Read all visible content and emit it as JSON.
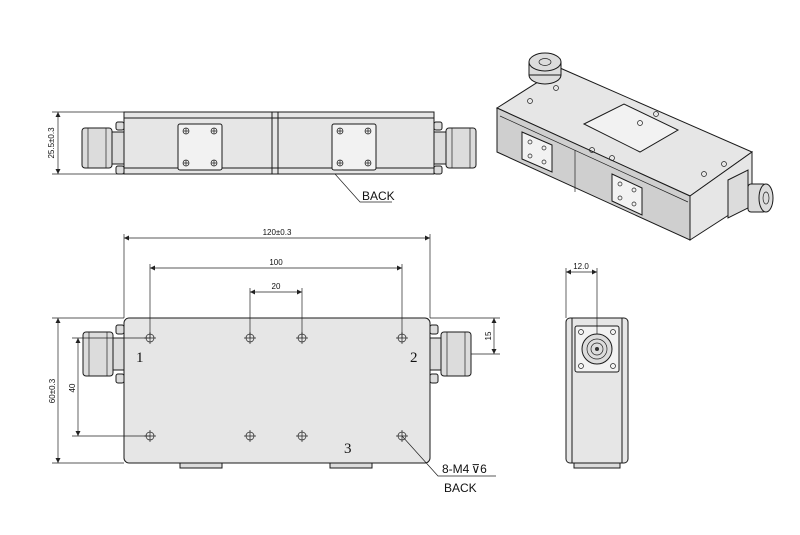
{
  "top_view": {
    "height_dim": "25.5±0.3",
    "back_label": "BACK"
  },
  "front_view": {
    "length_dim": "120±0.3",
    "hole_span_dim": "100",
    "hole_pitch_dim": "20",
    "height_dim": "60±0.3",
    "row_spacing_dim": "40",
    "connector_offset_dim": "15",
    "port_1": "1",
    "port_2": "2",
    "port_3": "3",
    "thread_callout": "8-M4",
    "thread_depth": "6",
    "back_label": "BACK"
  },
  "side_view": {
    "width_dim": "12.0"
  }
}
